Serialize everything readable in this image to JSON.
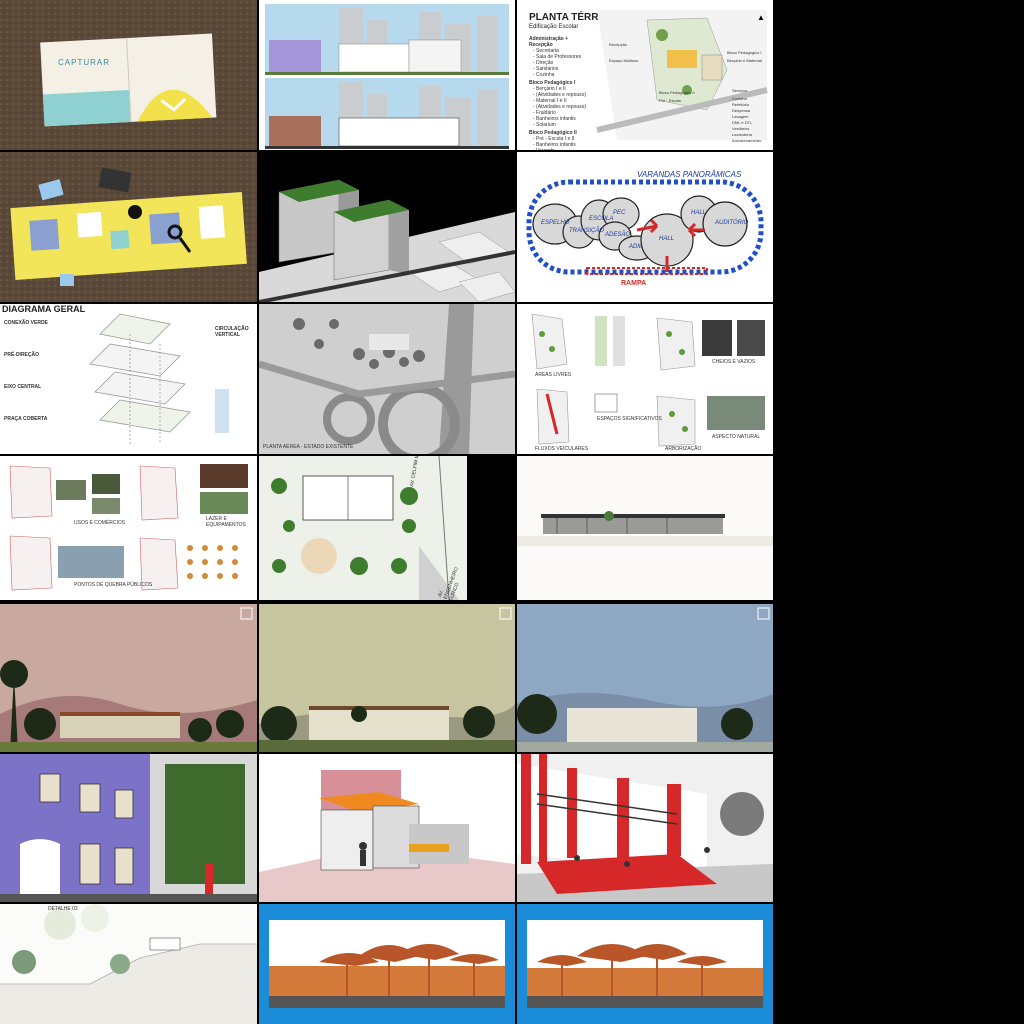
{
  "tiles": {
    "booklet": {
      "title": "CAPTURAR"
    },
    "plan": {
      "title": "PLANTA TÉRREO",
      "subtitle": "Edificação Escolar",
      "groups": [
        {
          "heading": "Administração + Recepção",
          "items": [
            "Secretaria",
            "Sala de Professores",
            "Direção",
            "Sanitários",
            "Cozinha"
          ]
        },
        {
          "heading": "Bloco Pedagógico I",
          "items": [
            "Berçário I e II",
            "(Atividades e repouso)",
            "Maternal I e II",
            "(Atividades e repouso)",
            "Fraldário",
            "Banheiros infantis",
            "Solarium"
          ]
        },
        {
          "heading": "Bloco Pedagógico II",
          "items": [
            "Pré - Escola I e II",
            "Banheiros infantis",
            "Varanda"
          ]
        }
      ],
      "map_labels": [
        "Recepção",
        "Espaço Multiuso",
        "Bloco Pedagógico I",
        "Berçário e Maternal",
        "Bloco Pedagógico II",
        "Pré - Escola",
        "Serviços",
        "Cozinha",
        "Refeitório",
        "Despensa",
        "Lavagem",
        "DML e DTL",
        "Vestiários",
        "Lavanderia",
        "Armazenamento"
      ]
    },
    "sketch": {
      "title": "VARANDAS PANORÂMICAS",
      "bubbles": [
        "ESPELHO",
        "TRANSIÇÃO",
        "ESCOLA",
        "PEC",
        "ADESÃO",
        "ADM",
        "HALL",
        "HALL",
        "AUDITÓRIO"
      ],
      "ramp": "RAMPA"
    },
    "diagram": {
      "title": "DIAGRAMA GERAL",
      "sections": [
        "CONEXÃO VERDE",
        "PRÉ-DIREÇÃO",
        "EIXO CENTRAL",
        "PRAÇA COBERTA"
      ],
      "side_label": "CIRCULAÇÃO VERTICAL"
    },
    "aerial": {
      "caption": "PLANTA AÉREA - ESTADO EXISTENTE"
    },
    "analysis": {
      "captions": [
        "ÁREAS LIVRES",
        "CHEIOS E VAZIOS",
        "FLUXOS VEICULARES",
        "ESPAÇOS SIGNIFICATIVOS",
        "ARBORIZAÇÃO",
        "ASPECTO NATURAL"
      ]
    },
    "analysis2": {
      "captions": [
        "USOS E COMÉRCIOS",
        "LAZER E EQUIPAMENTOS",
        "PONTOS DE QUEBRA PÚBLICOS"
      ]
    },
    "siteplan": {
      "streets": [
        "AV. DELFIM MOREIRA",
        "AV. ENGENHEIRO EURICO"
      ]
    },
    "elevation2": {
      "label": "DETALHE 03"
    }
  },
  "colors": {
    "background": "#000000",
    "sky_blue": "#1a8cd8",
    "brick": "#b8562a",
    "red": "#d62828",
    "sketch_blue": "#2050c8"
  }
}
